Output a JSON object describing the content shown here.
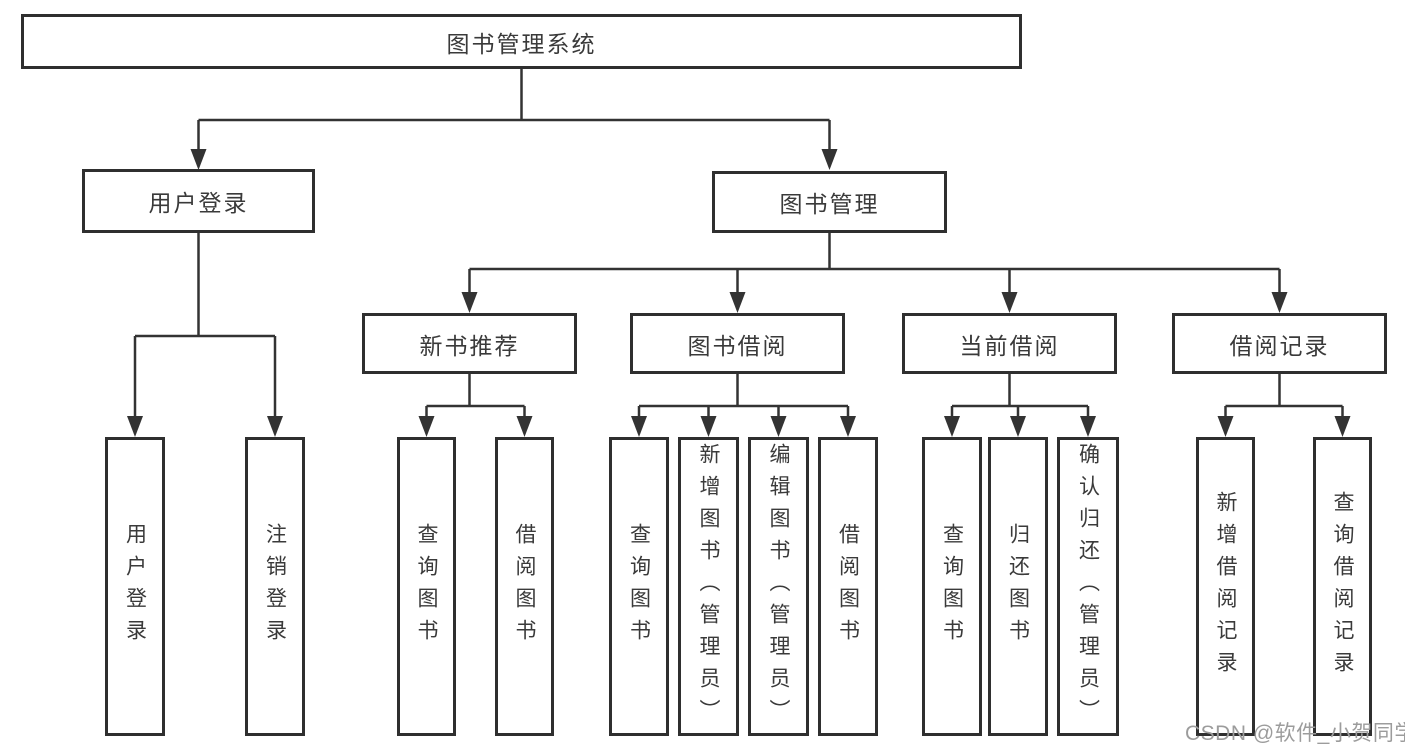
{
  "diagram": {
    "root": "图书管理系统",
    "branches": [
      {
        "label": "用户登录",
        "children": [
          "用户登录",
          "注销登录"
        ]
      },
      {
        "label": "图书管理",
        "sections": [
          {
            "label": "新书推荐",
            "children": [
              "查询图书",
              "借阅图书"
            ]
          },
          {
            "label": "图书借阅",
            "children": [
              "查询图书",
              "新增图书（管理员）",
              "编辑图书（管理员）",
              "借阅图书"
            ]
          },
          {
            "label": "当前借阅",
            "children": [
              "查询图书",
              "归还图书",
              "确认归还（管理员）"
            ]
          },
          {
            "label": "借阅记录",
            "children": [
              "新增借阅记录",
              "查询借阅记录"
            ]
          }
        ]
      }
    ]
  },
  "watermark": "CSDN @软件_小贺同学",
  "colors": {
    "line": "#333333",
    "box_border": "#2f2f2f",
    "text": "#3a3a3a",
    "watermark": "#9c9c9c",
    "background": "#ffffff"
  }
}
